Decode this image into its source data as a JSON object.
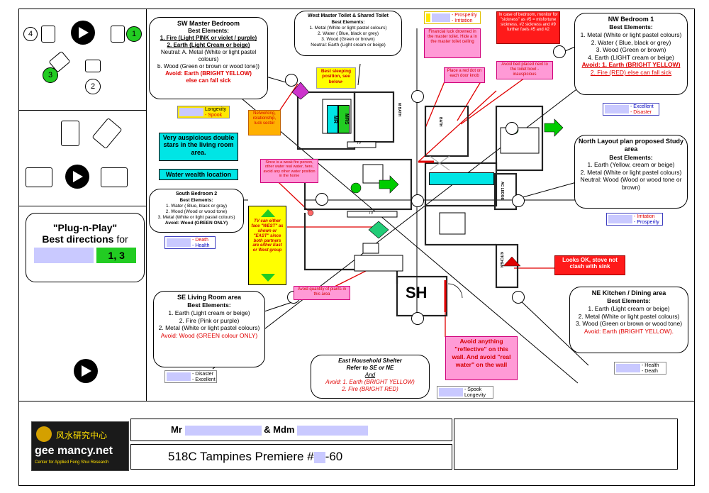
{
  "left_panel": {
    "positions": {
      "p4": "4",
      "p1": "1",
      "p3": "3",
      "p2": "2"
    },
    "plug_title": "\"Plug-n-Play\"",
    "plug_subtitle_a": "Best directions",
    "plug_subtitle_b": "for",
    "plug_numbers": "1, 3"
  },
  "sw_master": {
    "title": "SW Master Bedroom",
    "subtitle": "Best Elements:",
    "line1": "1. Fire (Light PINK or violet / purple)",
    "line2": "2. Earth (Light Cream or beige)",
    "line3": "Neutral: A.  Metal (White or light pastel colours)",
    "line4": "b. Wood (Green or brown or wood tone))",
    "avoid1": "Avoid: Earth (BRIGHT YELLOW)",
    "avoid2": "else can fall sick"
  },
  "west_toilet": {
    "title": "West Master Toilet & Shared Toilet",
    "subtitle": "Best Elements:",
    "line1": "1. Metal (White or light pastel colours)",
    "line2": "2. Water ( Blue, black or grey)",
    "line3": "3. Wood (Green or brown)",
    "line4": "Neutral: Earth (Light cream or beige)"
  },
  "nw_bedroom": {
    "title": "NW  Bedroom 1",
    "subtitle": "Best Elements:",
    "line1": "1. Metal (White or light pastel colours)",
    "line2": "2. Water ( Blue, black or grey)",
    "line3": "3. Wood (Green or brown)",
    "line4": "4. Earth (LIGHT cream or beige)",
    "avoid1": "Avoid: 1. Earth (BRIGHT YELLOW)",
    "avoid2": "2. Fire (RED) else can fall sick"
  },
  "north_study": {
    "title": "North Layout plan proposed Study area",
    "subtitle": "Best Elements:",
    "line1": "1. Earth (Yellow, cream or beige)",
    "line2": "2. Metal (White or light pastel colours)",
    "line3": "Neutral: Wood (Wood or wood tone or brown)"
  },
  "south_bedroom": {
    "title": "South Bedroom 2",
    "subtitle": "Best Elements:",
    "line1": "1. Water ( Blue, black or gray)",
    "line2": "2. Wood (Wood or wood tone)",
    "line3": "3. Metal (White or light pastel colours)",
    "avoid": "Avoid: Wood (GREEN ONLY)"
  },
  "se_living": {
    "title": "SE Living Room area",
    "subtitle": "Best Elements:",
    "line1": "1. Earth (Light cream or beige)",
    "line2": "2. Fire (Pink or purple)",
    "line3": "2. Metal (White or light pastel colours)",
    "avoid": "Avoid: Wood (GREEN colour ONLY)"
  },
  "ne_kitchen": {
    "title": "NE Kitchen / Dining area",
    "subtitle": "Best Elements:",
    "line1": "1. Earth (Light cream or beige)",
    "line2": "2. Metal (White or light pastel colours)",
    "line3": "3. Wood (Green or brown or wood tone)",
    "avoid": "Avoid: Earth (BRIGHT YELLOW)."
  },
  "east_shelter": {
    "title": "East Household Shelter",
    "line1": "Refer to SE or NE",
    "line2": "And",
    "avoid1": "Avoid: 1. Earth (BRIGHT YELLOW)",
    "avoid2": "2. Fire (BRIGHT RED)"
  },
  "tags": {
    "prosperity": "- Prosperity",
    "irritation": "- Irritation",
    "longevity": "Longevity",
    "spook": "- Spook",
    "excellent": "- Excellent",
    "disaster": "- Disaster",
    "death": "- Death",
    "health": "- Health",
    "n_irritation": "- Irritation",
    "n_prosperity": "- Prosperity",
    "se_disaster": "- Disaster",
    "se_excellent": "- Excellent",
    "ne_health": "- Health",
    "ne_death": "- Death",
    "e_spook": "- Spook",
    "e_longevity": "Longevity"
  },
  "notes": {
    "stars": "Very auspicious double stars in the living room area.",
    "water_wealth": "Water wealth location",
    "sleeping": "Best sleeping position, see below-",
    "networking": "Networking, relationship, luck sector",
    "financial": "Financial luck drowned in the master toilet. Hide a          in the master toilet ceiling",
    "sickness": "In case of bedroom, monitor for \"sickness\" as #5 = misfortune sickness, #2 sickness and #9 further fuels #5 and #2",
    "red_dot": "Place a red dot on each door knob",
    "avoid_bed": "Avoid bed placed next to the toilet bowl - inauspicious",
    "weak_fire": "Since     is a weak fire person, other water real water, here, avoid any other water position in the home",
    "tv_face": "TV can either face \"WEST\" as shown or \"EAST\" since both partners are either East or West group",
    "avoid_plants": "Avoid        quantity of plants in this area",
    "stove": "Looks OK, stove not clash with sink",
    "reflective": "Avoid anything \"reflective\" on this wall. And avoid \"real water\" on the wall"
  },
  "plan_labels": {
    "mr": "MR",
    "mrs": "MRS",
    "tv": "TV",
    "sh": "SH",
    "ac_ledge": "AC LEDGE",
    "kitchen": "KITCHEN",
    "m_bath": "M BATH",
    "bath": "BATH"
  },
  "footer": {
    "logo_name": "gee mancy.net",
    "logo_cn": "风水研究中心",
    "logo_sub": "Center for Applied Feng Shui Research",
    "client_a": "Mr",
    "client_b": "& Mdm",
    "address_a": "518C Tampines Premiere #",
    "address_b": "-60"
  },
  "colors": {
    "accent_red": "#e00000",
    "note_red": "#ff1a1a",
    "note_yellow": "#ffff00",
    "cyan": "#00e5e5",
    "green": "#00cc00",
    "redaction": "#c9c9ff"
  }
}
